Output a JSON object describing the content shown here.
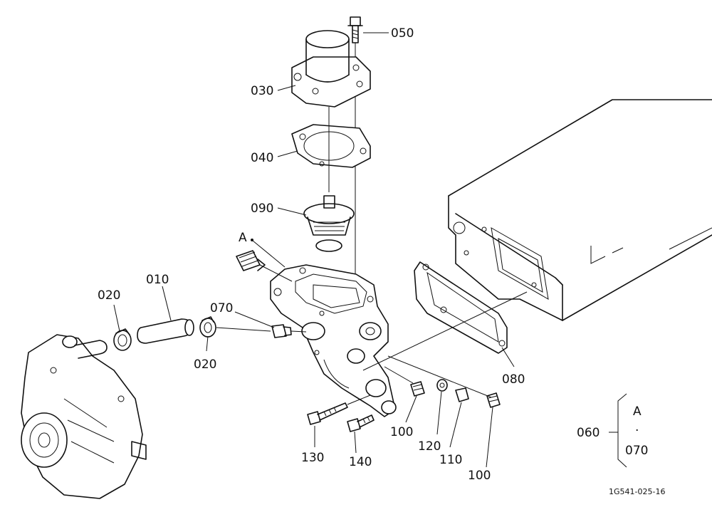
{
  "labels": {
    "p010": "010",
    "p020a": "020",
    "p020b": "020",
    "p030": "030",
    "p040": "040",
    "p050": "050",
    "p070": "070",
    "p080": "080",
    "p090": "090",
    "p100a": "100",
    "p100b": "100",
    "p110": "110",
    "p120": "120",
    "p130": "130",
    "p140": "140",
    "pA": "A"
  },
  "legend": {
    "num": "060",
    "top": "A",
    "dot": "·",
    "bottom": "070"
  },
  "drawing_code": "1G541-025-16"
}
